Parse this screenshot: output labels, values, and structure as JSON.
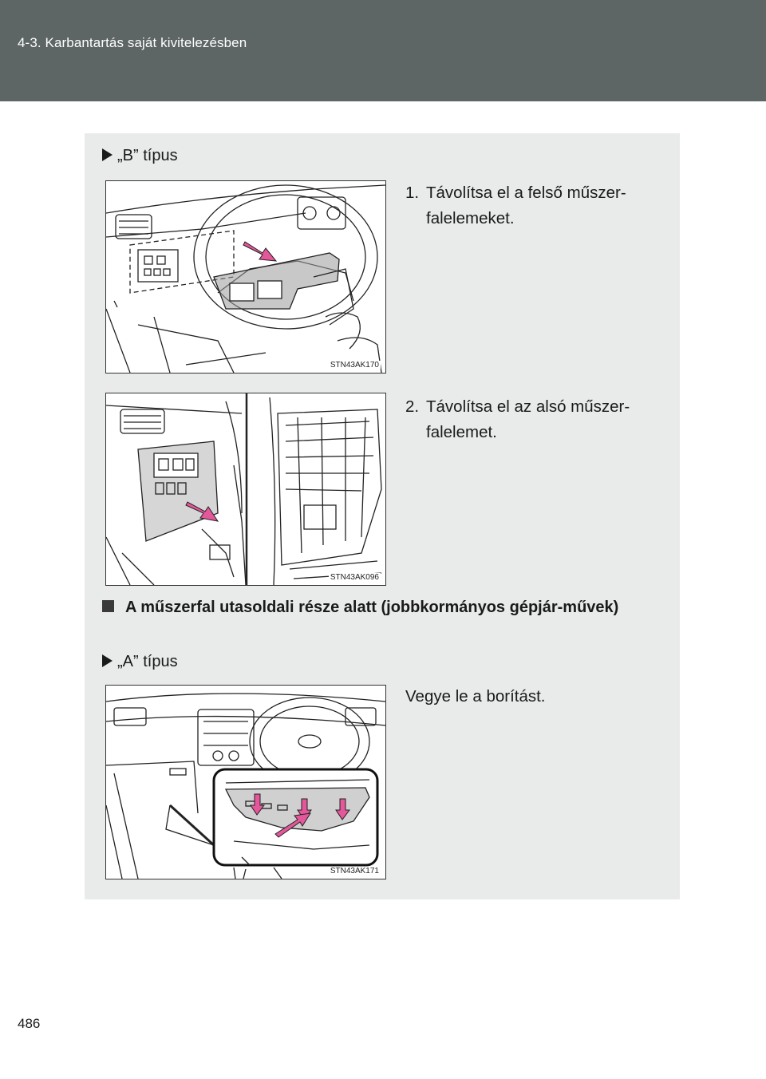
{
  "header": {
    "section_title": "4-3. Karbantartás saját kivitelezésben"
  },
  "section_b": {
    "type_label": "„B” típus",
    "step1": {
      "number": "1.",
      "line1": "Távolítsa el a felső műszer-",
      "line2": "falelemeket."
    },
    "figure1_code": "STN43AK170",
    "step2": {
      "number": "2.",
      "line1": "Távolítsa el az alsó műszer-",
      "line2": "falelemet."
    },
    "figure2_code": "STN43AK096"
  },
  "section_heading": "A műszerfal utasoldali része alatt (jobbkormányos gépjár-művek)",
  "section_a": {
    "type_label": "„A” típus",
    "instruction": "Vegye le a borítást.",
    "figure3_code": "STN43AK171"
  },
  "page_number": "486",
  "colors": {
    "header_bg": "#5d6565",
    "content_bg": "#e9ebeb",
    "arrow": "#e4579a"
  }
}
